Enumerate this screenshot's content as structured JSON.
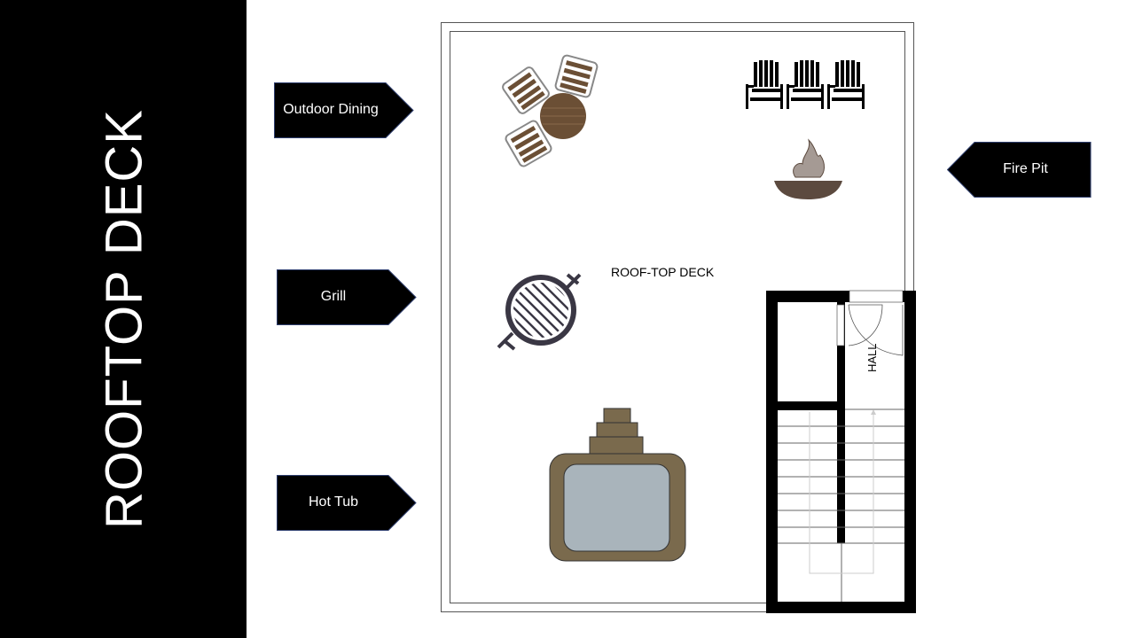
{
  "slide_title": "ROOFTOP DECK",
  "labels": {
    "outdoor_dining": "Outdoor Dining",
    "grill": "Grill",
    "hot_tub": "Hot Tub",
    "fire_pit": "Fire Pit"
  },
  "plan": {
    "deck_label": "ROOF-TOP DECK",
    "hall_label": "HALL"
  },
  "colors": {
    "tag_fill": "#000000",
    "tag_border": "#2f3f6f",
    "wood": "#6b4f35",
    "hot_tub_frame": "#7a6a4d",
    "hot_tub_water": "#a9b4bb",
    "grill": "#3a3744",
    "fire_bowl": "#5c4a3f",
    "flame": "#a59a94"
  }
}
